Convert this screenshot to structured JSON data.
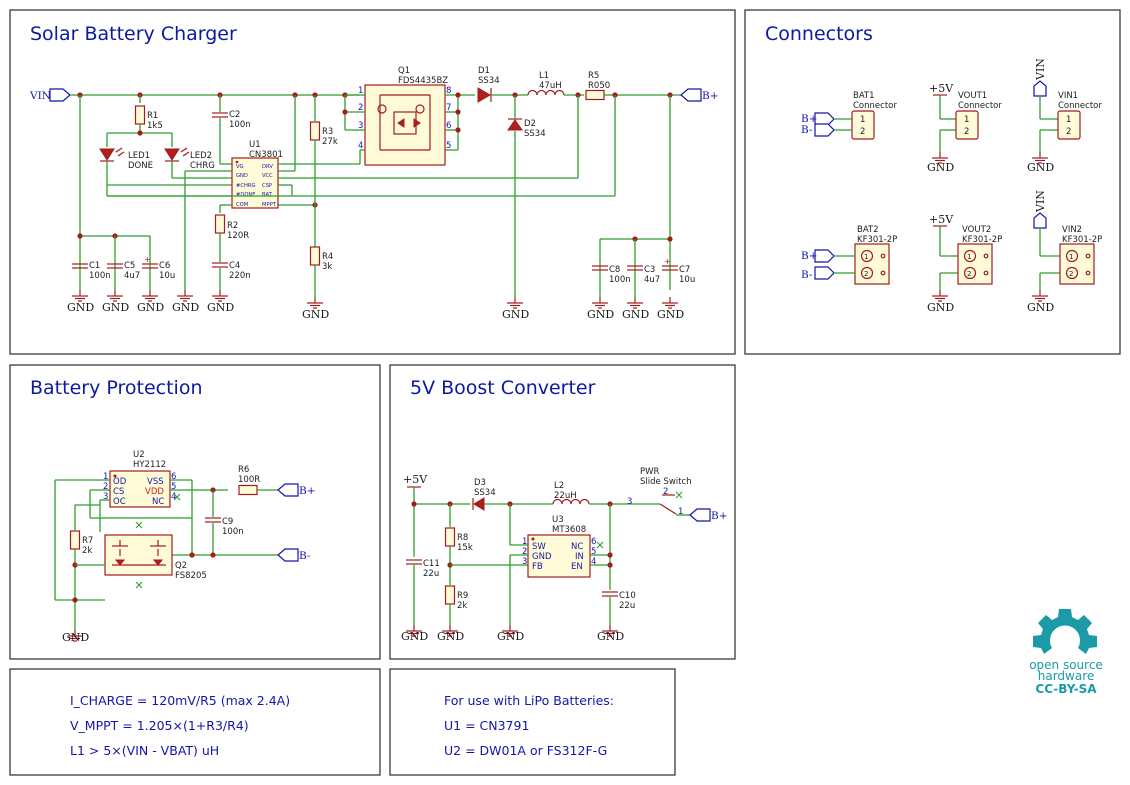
{
  "sections": {
    "solar_title": "Solar Battery Charger",
    "connectors_title": "Connectors",
    "protection_title": "Battery Protection",
    "boost_title": "5V Boost Converter"
  },
  "notes_left": [
    "I_CHARGE = 120mV/R5 (max 2.4A)",
    "V_MPPT = 1.205×(1+R3/R4)",
    "L1 > 5×(VIN - VBAT) uH"
  ],
  "notes_right": [
    "For use with LiPo Batteries:",
    "U1 = CN3791",
    "U2 = DW01A or FS312F-G"
  ],
  "power": {
    "gnd": "GND",
    "plus5": "+5V",
    "vin": "VIN"
  },
  "nets": {
    "vin": "VIN",
    "bplus": "B+",
    "bminus": "B-"
  },
  "solar": {
    "r1": [
      "R1",
      "1k5"
    ],
    "c2": [
      "C2",
      "100n"
    ],
    "u1": [
      "U1",
      "CN3801"
    ],
    "led1": [
      "LED1",
      "DONE"
    ],
    "led2": [
      "LED2",
      "CHRG"
    ],
    "r2": [
      "R2",
      "120R"
    ],
    "c4": [
      "C4",
      "220n"
    ],
    "r3": [
      "R3",
      "27k"
    ],
    "r4": [
      "R4",
      "3k"
    ],
    "q1": [
      "Q1",
      "FDS4435BZ"
    ],
    "d1": [
      "D1",
      "SS34"
    ],
    "d2": [
      "D2",
      "SS34"
    ],
    "l1": [
      "L1",
      "47uH"
    ],
    "r5": [
      "R5",
      "R050"
    ],
    "c1": [
      "C1",
      "100n"
    ],
    "c5": [
      "C5",
      "4u7"
    ],
    "c6": [
      "C6",
      "10u"
    ],
    "c8": [
      "C8",
      "100n"
    ],
    "c3": [
      "C3",
      "4u7"
    ],
    "c7": [
      "C7",
      "10u"
    ],
    "u1_pins_left": [
      "VG",
      "GND",
      "#CHRG",
      "#DONE",
      "COM"
    ],
    "u1_pins_right": [
      "DRV",
      "VCC",
      "CSP",
      "BAT",
      "MPPT"
    ]
  },
  "connectors": {
    "bat1": [
      "BAT1",
      "Connector"
    ],
    "vout1": [
      "VOUT1",
      "Connector"
    ],
    "vin1": [
      "VIN1",
      "Connector"
    ],
    "bat2": [
      "BAT2",
      "KF301-2P"
    ],
    "vout2": [
      "VOUT2",
      "KF301-2P"
    ],
    "vin2": [
      "VIN2",
      "KF301-2P"
    ],
    "pin1": "1",
    "pin2": "2"
  },
  "protection": {
    "u2": [
      "U2",
      "HY2112"
    ],
    "r6": [
      "R6",
      "100R"
    ],
    "c9": [
      "C9",
      "100n"
    ],
    "r7": [
      "R7",
      "2k"
    ],
    "q2": [
      "Q2",
      "FS8205"
    ],
    "u2_left": [
      "OD",
      "CS",
      "OC"
    ],
    "u2_right": [
      "VSS",
      "VDD",
      "NC"
    ],
    "u2_left_nums": [
      "1",
      "2",
      "3"
    ],
    "u2_right_nums": [
      "6",
      "5",
      "4"
    ]
  },
  "boost": {
    "d3": [
      "D3",
      "SS34"
    ],
    "l2": [
      "L2",
      "22uH"
    ],
    "u3": [
      "U3",
      "MT3608"
    ],
    "r8": [
      "R8",
      "15k"
    ],
    "r9": [
      "R9",
      "2k"
    ],
    "c11": [
      "C11",
      "22u"
    ],
    "c10": [
      "C10",
      "22u"
    ],
    "pwr": [
      "PWR",
      "Slide Switch"
    ],
    "u3_left": [
      "SW",
      "GND",
      "FB"
    ],
    "u3_right": [
      "NC",
      "IN",
      "EN"
    ],
    "u3_left_nums": [
      "1",
      "2",
      "3"
    ],
    "u3_right_nums": [
      "6",
      "5",
      "4"
    ],
    "sw_nums": [
      "3",
      "2",
      "1"
    ]
  },
  "logo": {
    "line1": "open source",
    "line2": "hardware",
    "line3": "CC-BY-SA"
  }
}
